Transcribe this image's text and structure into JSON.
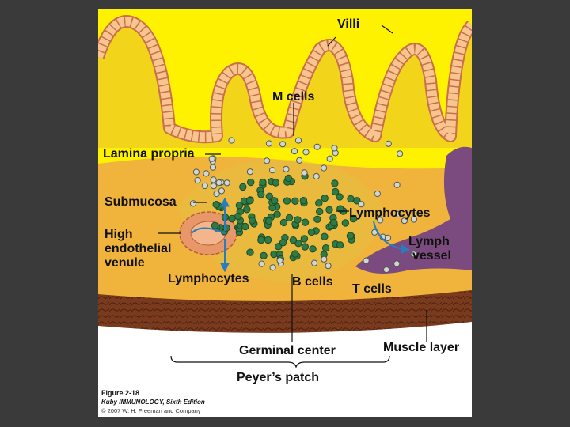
{
  "labels": {
    "villi": "Villi",
    "m_cells": "M cells",
    "lamina_propria": "Lamina propria",
    "submucosa": "Submucosa",
    "hev_line1": "High",
    "hev_line2": "endothelial",
    "hev_line3": "venule",
    "lymphocytes_left": "Lymphocytes",
    "b_cells": "B cells",
    "lymphocytes_right": "Lymphocytes",
    "lymph_line1": "Lymph",
    "lymph_line2": "vessel",
    "t_cells": "T cells",
    "germinal_center": "Germinal center",
    "muscle_layer": "Muscle layer",
    "peyers_patch": "Peyer’s patch"
  },
  "caption": {
    "figure": "Figure 2-18",
    "book": "Kuby IMMUNOLOGY, Sixth Edition",
    "copyright": "© 2007 W. H. Freeman and Company"
  },
  "colors": {
    "background": "#3a3a3a",
    "lumen_yellow": "#fff200",
    "villus_fill": "#f7c58f",
    "lamina": "#f2d51a",
    "submucosa": "#f0b43c",
    "muscle": "#7a3a1e",
    "lymph_vessel": "#7b4a7e",
    "venule": "#e89868",
    "b_cell": "#2f7a45",
    "lymphocyte": "#cfd8cf",
    "arrow": "#2a7cc0"
  }
}
